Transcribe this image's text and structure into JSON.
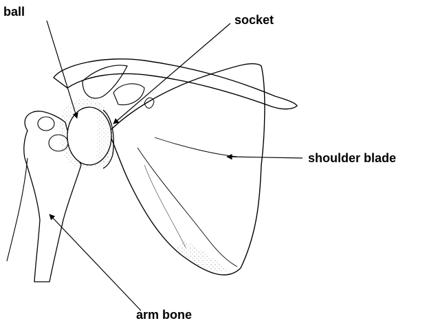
{
  "labels": {
    "ball": "ball",
    "socket": "socket",
    "shoulder_blade": "shoulder blade",
    "arm_bone": "arm bone"
  },
  "colors": {
    "ink": "#000000",
    "paper": "#ffffff"
  }
}
